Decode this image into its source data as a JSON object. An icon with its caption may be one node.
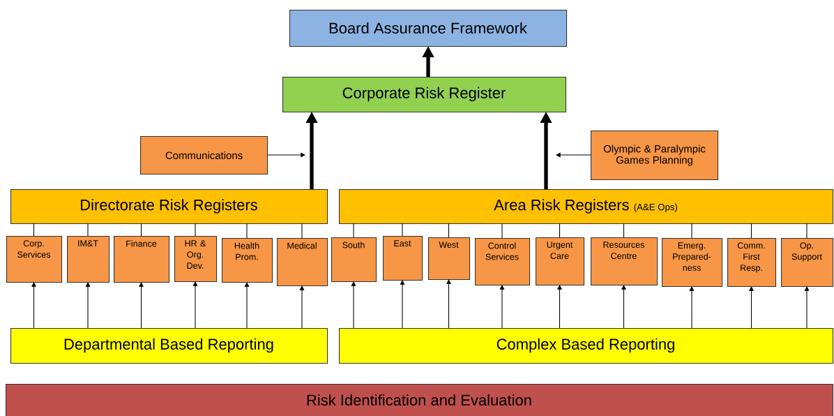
{
  "diagram": {
    "nodes": [
      {
        "text": [
          "Board Assurance Framework"
        ]
      },
      {
        "text": [
          "Corporate Risk Register"
        ]
      },
      {
        "text": [
          "Communications"
        ]
      },
      {
        "text": [
          "Olympic & Paralympic Games Planning"
        ]
      },
      {
        "text": [
          "Directorate Risk Registers"
        ]
      },
      {
        "text": [
          "Area Risk Registers",
          "(A&E Ops)"
        ]
      },
      {
        "text": [
          "Corp. Services"
        ]
      },
      {
        "text": [
          "IM&T"
        ]
      },
      {
        "text": [
          "Finance"
        ]
      },
      {
        "text": [
          "HR & Org. Dev."
        ]
      },
      {
        "text": [
          "Health Prom."
        ]
      },
      {
        "text": [
          "Medical"
        ]
      },
      {
        "text": [
          "South"
        ]
      },
      {
        "text": [
          "East"
        ]
      },
      {
        "text": [
          "West"
        ]
      },
      {
        "text": [
          "Control Services"
        ]
      },
      {
        "text": [
          "Urgent Care"
        ]
      },
      {
        "text": [
          "Resources Centre"
        ]
      },
      {
        "text": [
          "Emerg. Prepared-ness"
        ]
      },
      {
        "text": [
          "Comm. First Resp."
        ]
      },
      {
        "text": [
          "Op. Support"
        ]
      },
      {
        "text": [
          "Departmental Based Reporting"
        ]
      },
      {
        "text": [
          "Complex Based Reporting"
        ]
      },
      {
        "text": [
          "Risk Identification and Evaluation"
        ]
      }
    ],
    "edges": [
      {
        "from": 1,
        "to": 0,
        "arrow": "to",
        "style": "thick"
      },
      {
        "from": 4,
        "to": 1,
        "arrow": "to",
        "style": "thick"
      },
      {
        "from": 5,
        "to": 1,
        "arrow": "to",
        "style": "thick"
      },
      {
        "from": 2,
        "to": null,
        "arrow": "to"
      },
      {
        "from": 3,
        "to": null,
        "arrow": "to"
      },
      {
        "from": 4,
        "to": 6,
        "arrow": "none"
      },
      {
        "from": 4,
        "to": 7,
        "arrow": "none"
      },
      {
        "from": 4,
        "to": 8,
        "arrow": "none"
      },
      {
        "from": 4,
        "to": 9,
        "arrow": "none"
      },
      {
        "from": 4,
        "to": 10,
        "arrow": "none"
      },
      {
        "from": 4,
        "to": 11,
        "arrow": "none"
      },
      {
        "from": 5,
        "to": 12,
        "arrow": "none"
      },
      {
        "from": 5,
        "to": 13,
        "arrow": "none"
      },
      {
        "from": 5,
        "to": 14,
        "arrow": "none"
      },
      {
        "from": 5,
        "to": 15,
        "arrow": "none"
      },
      {
        "from": 5,
        "to": 16,
        "arrow": "none"
      },
      {
        "from": 5,
        "to": 17,
        "arrow": "none"
      },
      {
        "from": 5,
        "to": 18,
        "arrow": "none"
      },
      {
        "from": 5,
        "to": 19,
        "arrow": "none"
      },
      {
        "from": 5,
        "to": 20,
        "arrow": "none"
      },
      {
        "from": 21,
        "to": 6,
        "arrow": "to"
      },
      {
        "from": 21,
        "to": 7,
        "arrow": "to"
      },
      {
        "from": 21,
        "to": 8,
        "arrow": "to"
      },
      {
        "from": 21,
        "to": 9,
        "arrow": "to"
      },
      {
        "from": 21,
        "to": 10,
        "arrow": "to"
      },
      {
        "from": 21,
        "to": 11,
        "arrow": "to"
      },
      {
        "from": 22,
        "to": 12,
        "arrow": "to"
      },
      {
        "from": 22,
        "to": 13,
        "arrow": "to"
      },
      {
        "from": 22,
        "to": 14,
        "arrow": "to"
      },
      {
        "from": 22,
        "to": 15,
        "arrow": "to"
      },
      {
        "from": 22,
        "to": 16,
        "arrow": "to"
      },
      {
        "from": 22,
        "to": 17,
        "arrow": "to"
      },
      {
        "from": 22,
        "to": 18,
        "arrow": "to"
      },
      {
        "from": 22,
        "to": 19,
        "arrow": "to"
      },
      {
        "from": 22,
        "to": 20,
        "arrow": "to"
      }
    ]
  }
}
